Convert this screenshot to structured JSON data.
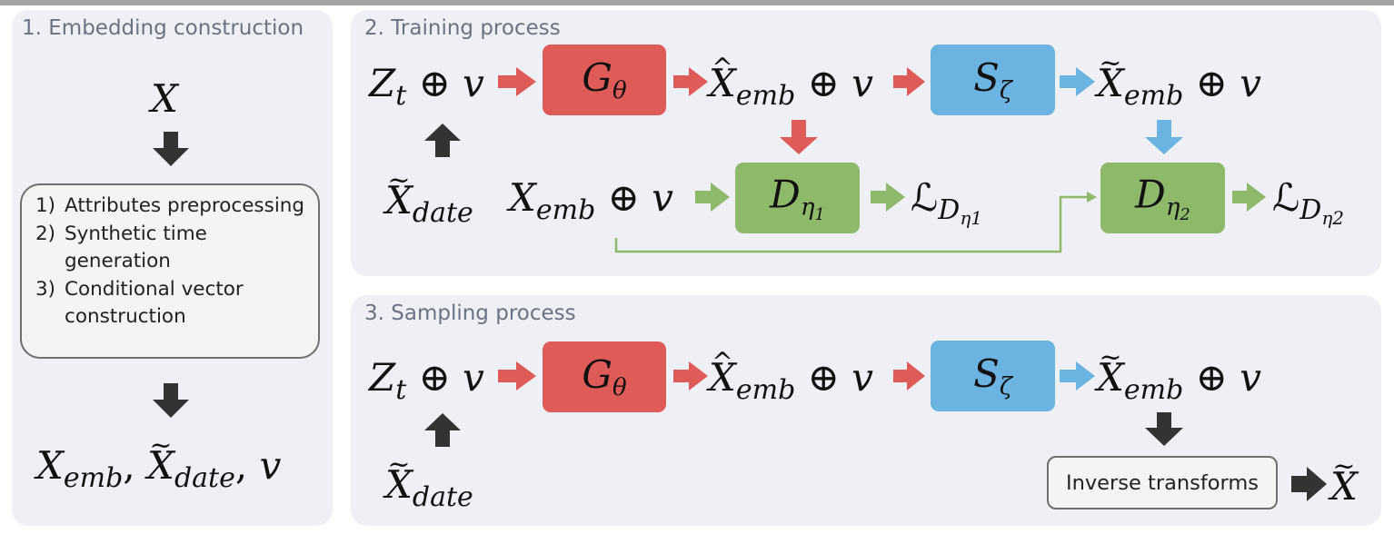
{
  "panels": {
    "embedding": {
      "title": "1. Embedding construction"
    },
    "training": {
      "title": "2. Training process"
    },
    "sampling": {
      "title": "3. Sampling process"
    }
  },
  "steps": [
    {
      "num": "1)",
      "text": "Attributes preprocessing"
    },
    {
      "num": "2)",
      "text": "Synthetic time generation"
    },
    {
      "num": "3)",
      "text": "Conditional vector construction"
    }
  ],
  "symbols": {
    "X": "X",
    "Z": "Z",
    "t": "t",
    "v": "v",
    "oplus": "⊕",
    "comma": ",",
    "emb": "emb",
    "date": "date",
    "G": "G",
    "theta": "θ",
    "S": "S",
    "zeta": "ζ",
    "D": "D",
    "eta": "η",
    "one": "1",
    "two": "2",
    "L": "ℒ"
  },
  "inverse_label": "Inverse transforms",
  "colors": {
    "generator": "#df5b57",
    "supervisor": "#6bb4e1",
    "discriminator": "#8eb86a",
    "panel": "#eef0f6",
    "dark_arrow": "#333333"
  }
}
